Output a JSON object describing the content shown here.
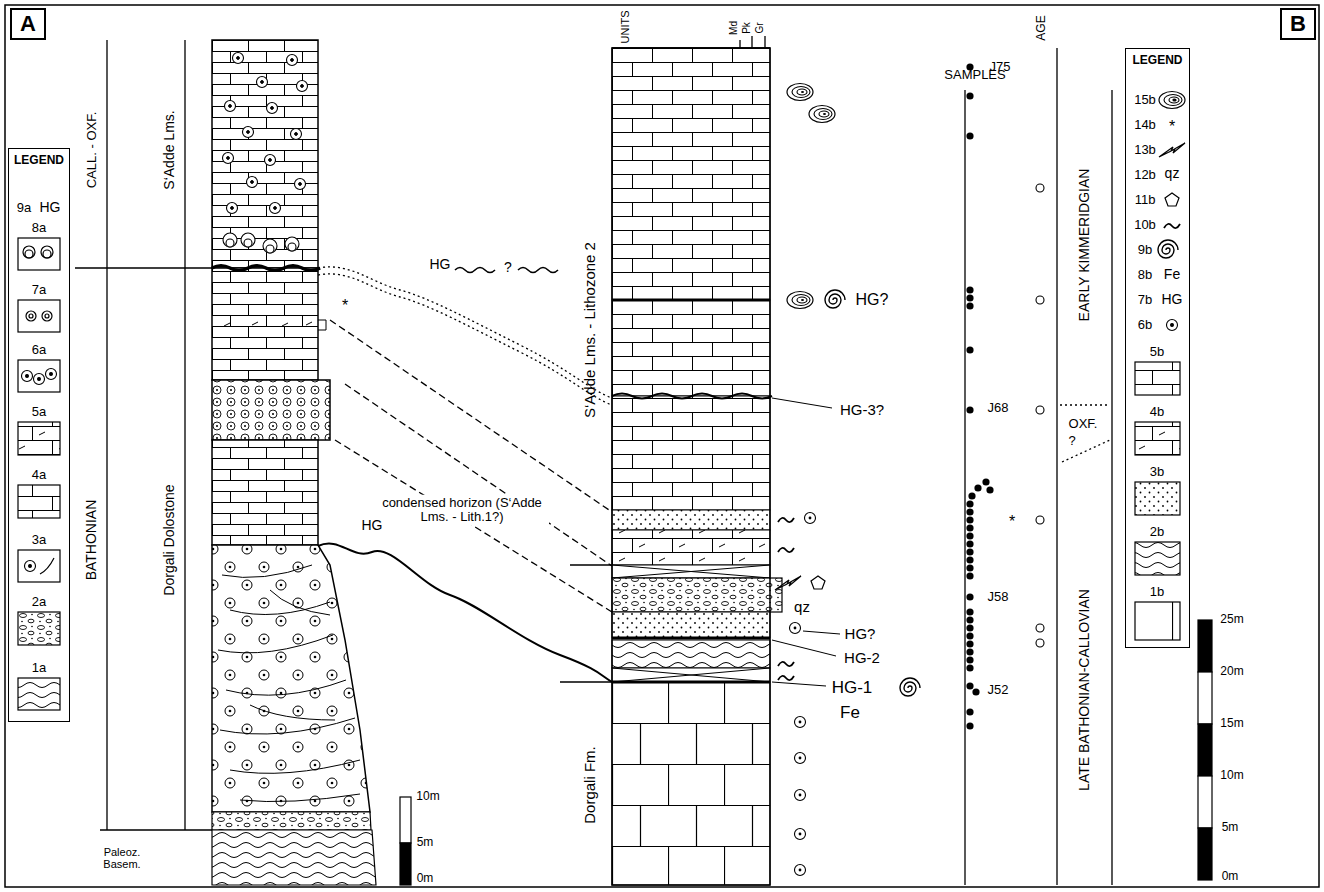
{
  "diagram": {
    "nodes": [
      {
        "text": [
          "A"
        ]
      },
      {
        "text": [
          "LEGEND"
        ]
      },
      {
        "text": [
          "B"
        ]
      },
      {
        "text": [
          "LEGEND"
        ]
      }
    ],
    "labels": [
      "CALL. - OXF.",
      "S‘Adde Lms.",
      "BATHONIAN",
      "Dorgali Dolostone",
      "Paleoz. Basem.",
      "HG",
      "?",
      "*",
      "condensed horizon (S‘Adde Lms. - Lith.1?)",
      "HG",
      "10m",
      "5m",
      "0m",
      "UNITS",
      "Md",
      "Pk",
      "Gr",
      "S‘Adde Lms. - Lithozone 2",
      "Dorgali Fm.",
      "HG?",
      "HG-3?",
      "qz",
      "HG?",
      "HG-2",
      "HG-1",
      "Fe",
      "SAMPLES",
      "J75",
      "J68",
      "*",
      "J58",
      "J52",
      "AGE",
      "EARLY KIMMERIDGIAN",
      "OXF.",
      "?",
      "LATE BATHONIAN-CALLOVIAN",
      "HG",
      "*",
      "qz",
      "Fe",
      "HG",
      "25m",
      "20m",
      "15m",
      "10m",
      "5m",
      "0m"
    ],
    "legend": [
      {
        "text": "9a"
      },
      {
        "text": "8a"
      },
      {
        "text": "7a"
      },
      {
        "text": "6a"
      },
      {
        "text": "5a"
      },
      {
        "text": "4a"
      },
      {
        "text": "3a"
      },
      {
        "text": "2a"
      },
      {
        "text": "1a"
      },
      {
        "text": "15b"
      },
      {
        "text": "14b"
      },
      {
        "text": "13b"
      },
      {
        "text": "12b"
      },
      {
        "text": "11b"
      },
      {
        "text": "10b"
      },
      {
        "text": "9b"
      },
      {
        "text": "8b"
      },
      {
        "text": "7b"
      },
      {
        "text": "6b"
      },
      {
        "text": "5b"
      },
      {
        "text": "4b"
      },
      {
        "text": "3b"
      },
      {
        "text": "2b"
      },
      {
        "text": "1b"
      }
    ]
  }
}
